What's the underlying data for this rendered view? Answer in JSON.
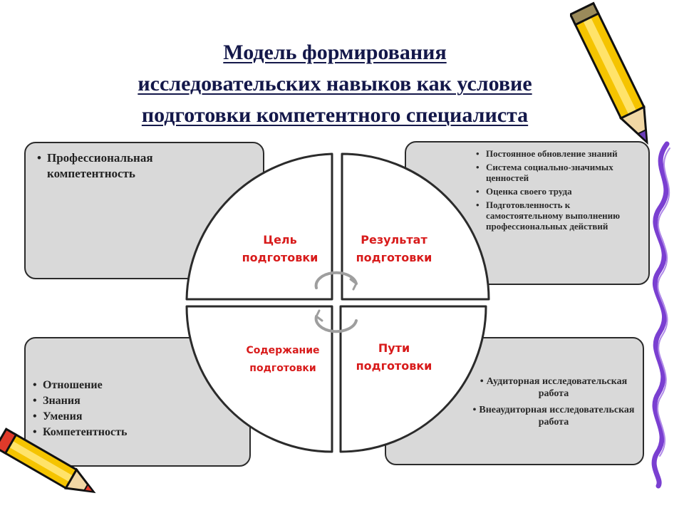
{
  "title": {
    "line1": "Модель формирования",
    "line2": "исследовательских навыков как условие",
    "line3": "подготовки компетентного специалиста"
  },
  "quadrants": {
    "top_left": {
      "line1": "Цель",
      "line2": "подготовки"
    },
    "top_right": {
      "line1": "Результат",
      "line2": "подготовки"
    },
    "bottom_left": {
      "line1": "Содержание",
      "line2": "подготовки"
    },
    "bottom_right": {
      "line1": "Пути",
      "line2": "подготовки"
    }
  },
  "panels": {
    "top_left": {
      "items": [
        "Профессиональная компетентность"
      ]
    },
    "top_right": {
      "items": [
        "Постоянное обновление знаний",
        "Система социально-значимых ценностей",
        "Оценка своего труда",
        "Подготовленность к самостоятельному выполнению профессиональных действий"
      ]
    },
    "bottom_left": {
      "items": [
        "Отношение",
        "Знания",
        "Умения",
        "Компетентность"
      ]
    },
    "bottom_right": {
      "items": [
        "Аудиторная исследовательская работа",
        "Внеаудиторная исследовательская работа"
      ]
    }
  },
  "colors": {
    "label_red": "#d81b1b",
    "panel_fill": "#d9d9d9",
    "title_navy": "#14184a",
    "cycle_arrows": "#9e9e9e",
    "pencil_yellow": "#f5c400",
    "squiggle_purple": "#7a3fd1"
  },
  "decorations": {
    "top_right": "pencil-icon",
    "bottom_left": "pencil-icon",
    "right_edge": "squiggle-line",
    "center": "cycle-arrows-icon"
  }
}
